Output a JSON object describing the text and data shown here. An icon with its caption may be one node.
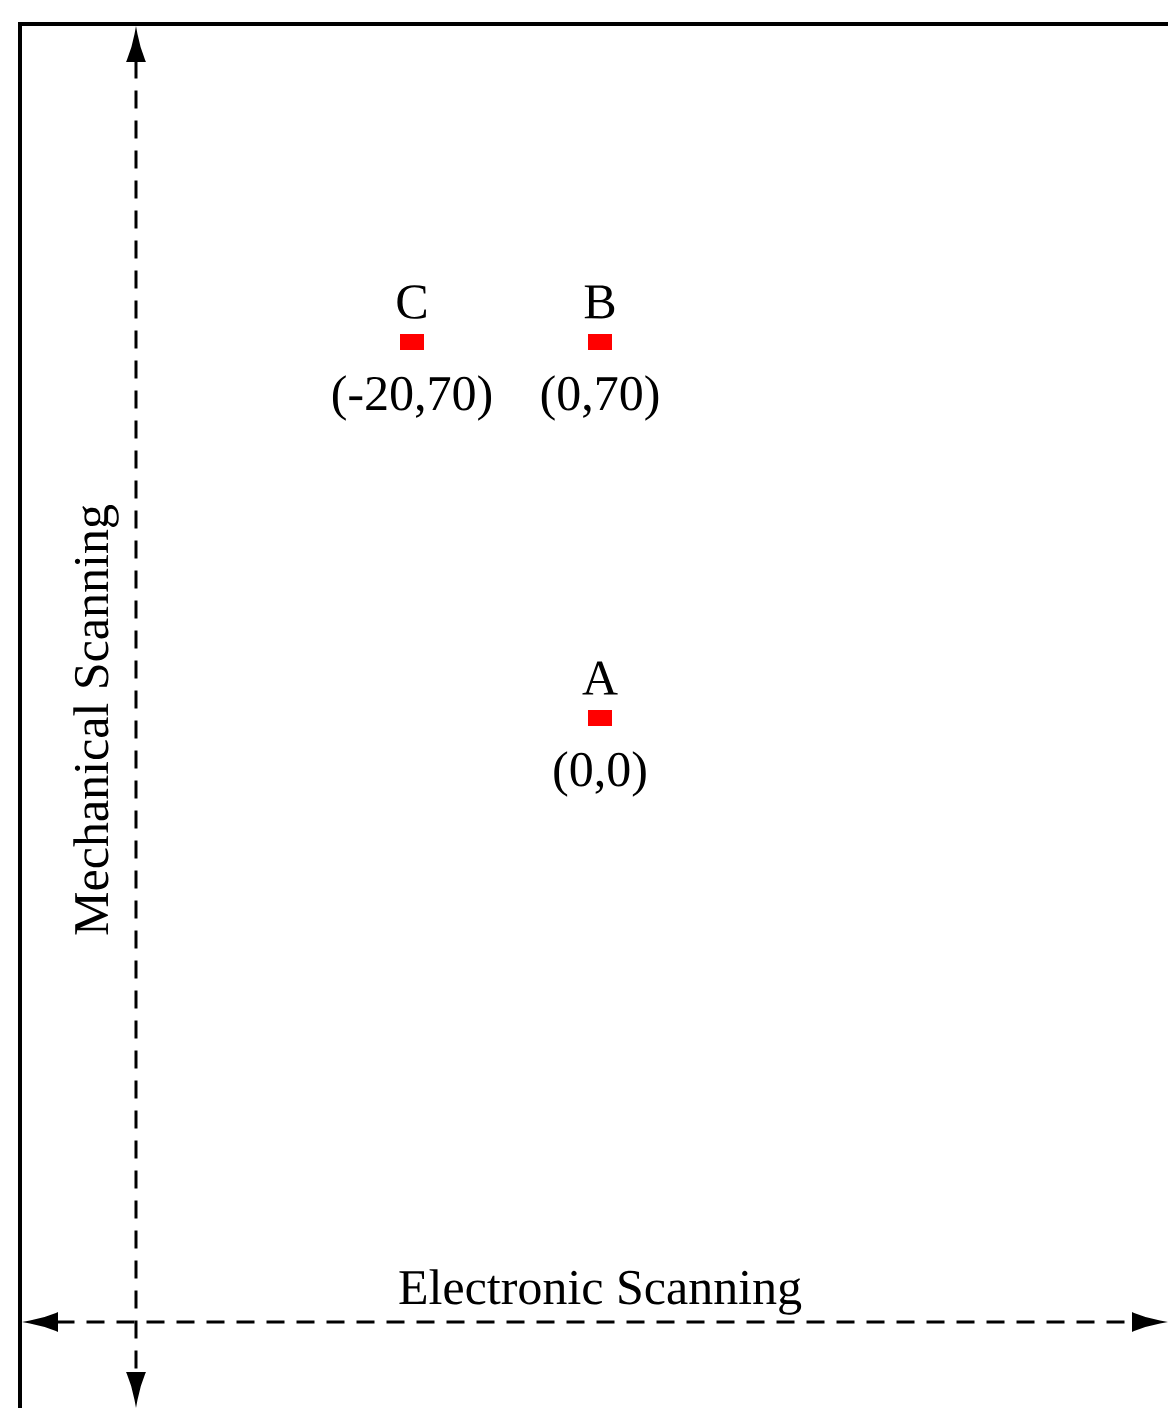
{
  "diagram": {
    "nodes": [
      {
        "text": [
          "C",
          "(-20,70)"
        ]
      },
      {
        "text": [
          "B",
          "(0,70)"
        ]
      },
      {
        "text": [
          "A",
          "(0,0)"
        ]
      }
    ],
    "labels": [
      "Mechanical Scanning",
      "Electronic Scanning"
    ]
  }
}
